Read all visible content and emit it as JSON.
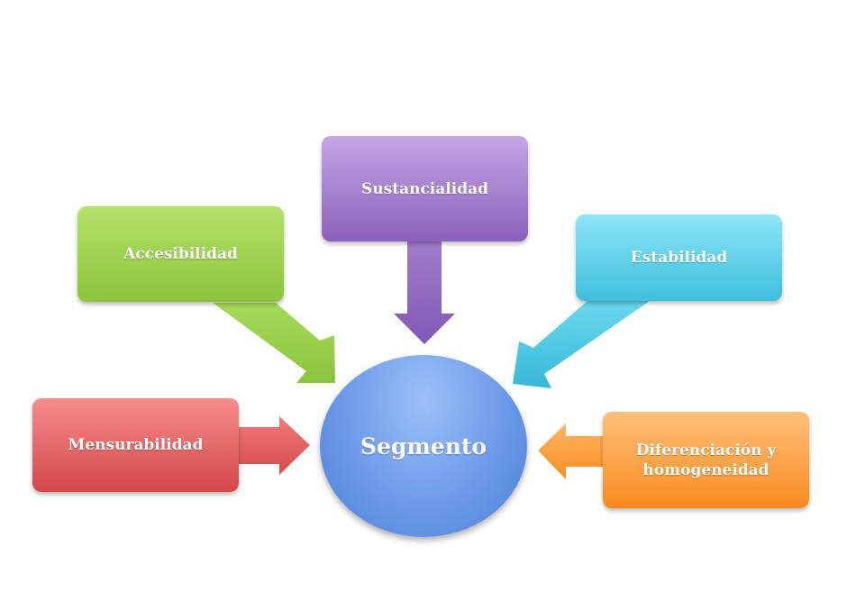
{
  "center": {
    "label": "Segmento",
    "color": "#6d9ae8"
  },
  "nodes": [
    {
      "id": "accesibilidad",
      "label": "Accesibilidad",
      "color": "#9fd44f"
    },
    {
      "id": "sustancialidad",
      "label": "Sustancialidad",
      "color": "#a07ccb"
    },
    {
      "id": "estabilidad",
      "label": "Estabilidad",
      "color": "#5acfe8"
    },
    {
      "id": "mensurabilidad",
      "label": "Mensurabilidad",
      "color": "#e56a6a"
    },
    {
      "id": "diferenciacion",
      "label": "Diferenciación y homogeneidad",
      "color": "#fca348"
    }
  ]
}
